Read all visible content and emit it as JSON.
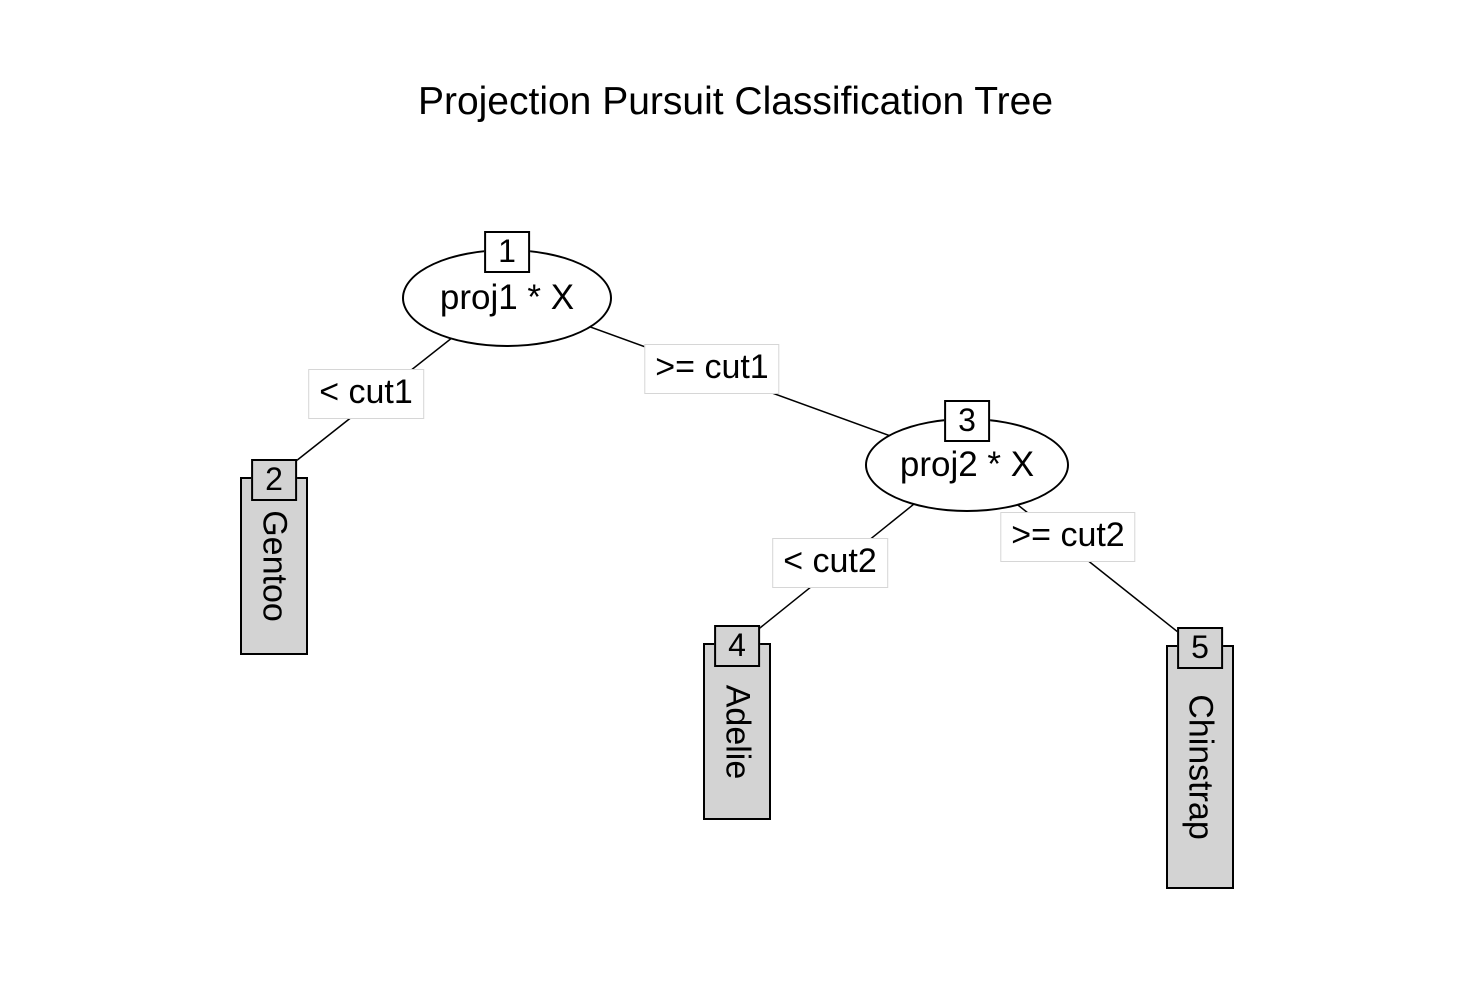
{
  "title": "Projection Pursuit Classification Tree",
  "nodes": {
    "n1": {
      "id": "1",
      "label": "proj1 * X"
    },
    "n3": {
      "id": "3",
      "label": "proj2 * X"
    }
  },
  "leaves": {
    "l2": {
      "id": "2",
      "label": "Gentoo"
    },
    "l4": {
      "id": "4",
      "label": "Adelie"
    },
    "l5": {
      "id": "5",
      "label": "Chinstrap"
    }
  },
  "edges": {
    "n1_left": {
      "label": "< cut1"
    },
    "n1_right": {
      "label": ">= cut1"
    },
    "n3_left": {
      "label": "< cut2"
    },
    "n3_right": {
      "label": ">= cut2"
    }
  },
  "colors": {
    "background": "#ffffff",
    "leaf_fill": "#d3d3d3",
    "node_fill": "#ffffff",
    "stroke": "#000000"
  }
}
